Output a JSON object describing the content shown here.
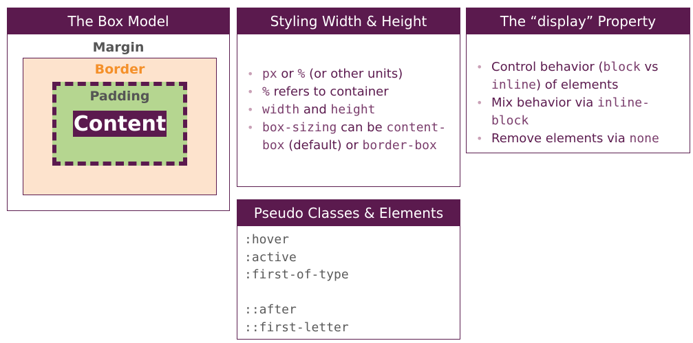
{
  "box_model": {
    "title": "The Box Model",
    "margin_label": "Margin",
    "border_label": "Border",
    "padding_label": "Padding",
    "content_label": "Content"
  },
  "width_height": {
    "title": "Styling Width & Height",
    "items": [
      [
        {
          "t": "px",
          "code": true
        },
        {
          "t": " or ",
          "code": false
        },
        {
          "t": "%",
          "code": true
        },
        {
          "t": " (or other units)",
          "code": false
        }
      ],
      [
        {
          "t": "%",
          "code": true
        },
        {
          "t": " refers to container",
          "code": false
        }
      ],
      [
        {
          "t": "width",
          "code": true
        },
        {
          "t": " and ",
          "code": false
        },
        {
          "t": "height",
          "code": true
        }
      ],
      [
        {
          "t": "box-sizing",
          "code": true
        },
        {
          "t": " can be ",
          "code": false
        },
        {
          "t": "content-box",
          "code": true
        },
        {
          "t": " (default) or ",
          "code": false
        },
        {
          "t": "border-box",
          "code": true
        }
      ]
    ]
  },
  "display_prop": {
    "title": "The “display” Property",
    "items": [
      [
        {
          "t": "Control behavior (",
          "code": false
        },
        {
          "t": "block",
          "code": true
        },
        {
          "t": " vs ",
          "code": false
        },
        {
          "t": "inline",
          "code": true
        },
        {
          "t": ") of elements",
          "code": false
        }
      ],
      [
        {
          "t": "Mix behavior via ",
          "code": false
        },
        {
          "t": "inline-block",
          "code": true
        }
      ],
      [
        {
          "t": "Remove elements via ",
          "code": false
        },
        {
          "t": "none",
          "code": true
        }
      ]
    ]
  },
  "pseudo": {
    "title": "Pseudo Classes & Elements",
    "items": [
      ":hover",
      ":active",
      ":first-of-type",
      "",
      "::after",
      "::first-letter"
    ]
  },
  "colors": {
    "header_bg": "#5b1a4e",
    "border_fill": "#fde3cd",
    "padding_fill": "#b5d690",
    "border_label": "#f4902a"
  }
}
